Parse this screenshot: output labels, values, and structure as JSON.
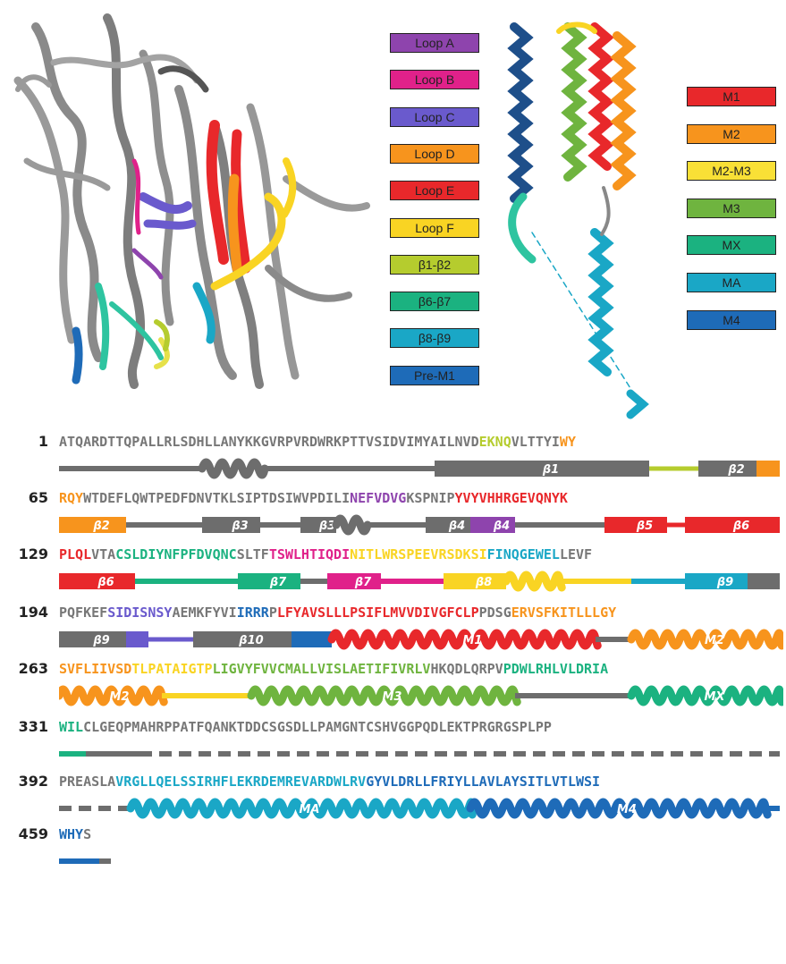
{
  "legend_left": [
    {
      "label": "Loop A",
      "color": "#8e44ad"
    },
    {
      "label": "Loop B",
      "color": "#e0218a"
    },
    {
      "label": "Loop C",
      "color": "#6a5acd"
    },
    {
      "label": "Loop D",
      "color": "#f7941d"
    },
    {
      "label": "Loop E",
      "color": "#e8282b"
    },
    {
      "label": "Loop F",
      "color": "#f9d423"
    },
    {
      "label": "β1-β2",
      "color": "#b5cc2e"
    },
    {
      "label": "β6-β7",
      "color": "#1bb280"
    },
    {
      "label": "β8-β9",
      "color": "#1aa7c6"
    },
    {
      "label": "Pre-M1",
      "color": "#1e6bb8"
    }
  ],
  "legend_right": [
    {
      "label": "M1",
      "color": "#e8282b"
    },
    {
      "label": "M2",
      "color": "#f7941d"
    },
    {
      "label": "M2-M3",
      "color": "#f9e036"
    },
    {
      "label": "M3",
      "color": "#6fb43f"
    },
    {
      "label": "MX",
      "color": "#1bb280"
    },
    {
      "label": "MA",
      "color": "#1aa7c6"
    },
    {
      "label": "M4",
      "color": "#1e6bb8"
    }
  ],
  "rows": [
    {
      "num": "1",
      "segments": [
        {
          "text": "ATQARDTTQPALLRLSDHLLANYKKGVRPVRDWRKPTTVSIDVIMYAILNVD",
          "color": "#777777"
        },
        {
          "text": "EKNQ",
          "color": "#b5cc2e"
        },
        {
          "text": "VLTTYI",
          "color": "#777777"
        },
        {
          "text": "WY",
          "color": "#f7941d"
        }
      ]
    },
    {
      "num": "65",
      "segments": [
        {
          "text": "RQY",
          "color": "#f7941d"
        },
        {
          "text": "WTDEFLQWTPEDFD",
          "color": "#777777"
        },
        {
          "text": "N",
          "color": "#777777"
        },
        {
          "text": "VTKLSIPTDSIWVPDILI",
          "color": "#777777"
        },
        {
          "text": "NEFVDVG",
          "color": "#8e44ad"
        },
        {
          "text": "KSPNIP",
          "color": "#777777"
        },
        {
          "text": "YVYVHHRGEVQNYK",
          "color": "#e8282b"
        }
      ]
    },
    {
      "num": "129",
      "segments": [
        {
          "text": "PLQL",
          "color": "#e8282b"
        },
        {
          "text": "VTA",
          "color": "#777777"
        },
        {
          "text": "CSLDIYNFPFDVQ",
          "color": "#1bb280"
        },
        {
          "text": "N",
          "color": "#1bb280"
        },
        {
          "text": "C",
          "color": "#1bb280"
        },
        {
          "text": "SLTF",
          "color": "#777777"
        },
        {
          "text": "TSWLHTIQDI",
          "color": "#e0218a"
        },
        {
          "text": "N",
          "color": "#f9d423"
        },
        {
          "text": "ITLWRSPEEVRSDKSI",
          "color": "#f9d423"
        },
        {
          "text": "FINQGEWEL",
          "color": "#1aa7c6"
        },
        {
          "text": "LEVF",
          "color": "#777777"
        }
      ]
    },
    {
      "num": "194",
      "segments": [
        {
          "text": "PQFKEF",
          "color": "#777777"
        },
        {
          "text": "SIDISNSY",
          "color": "#6a5acd"
        },
        {
          "text": "AEMKFYVI",
          "color": "#777777"
        },
        {
          "text": "IRRR",
          "color": "#1e6bb8"
        },
        {
          "text": "P",
          "color": "#777777"
        },
        {
          "text": "LFYAVSLLLPSIFLMVVDIVGFCLP",
          "color": "#e8282b"
        },
        {
          "text": "PDSG",
          "color": "#777777"
        },
        {
          "text": "ERVSFKITLLLGY",
          "color": "#f7941d"
        }
      ]
    },
    {
      "num": "263",
      "segments": [
        {
          "text": "SVFLIIVSD",
          "color": "#f7941d"
        },
        {
          "text": "TLPATAIGTP",
          "color": "#f9d423"
        },
        {
          "text": "LIGVYFVVCMALLVISLAETIFIVRLV",
          "color": "#6fb43f"
        },
        {
          "text": "HKQDLQRPV",
          "color": "#777777"
        },
        {
          "text": "PDWLRHLVLDRIA",
          "color": "#1bb280"
        }
      ]
    },
    {
      "num": "331",
      "segments": [
        {
          "text": "WIL",
          "color": "#1bb280"
        },
        {
          "text": "CLGEQPMAHRPPATFQANKTDDCSGSDLLPAMGNTCSHVGGPQDLEKTPRGRGSPLPP",
          "color": "#777777"
        }
      ]
    },
    {
      "num": "392",
      "segments": [
        {
          "text": "PREASLA",
          "color": "#777777"
        },
        {
          "text": "VRGLLQELSSIRHFLEKRDEMREVARDWLRV",
          "color": "#1aa7c6"
        },
        {
          "text": "GYVLDRLLFRIYLLAVLAYSITLVTLWSI",
          "color": "#1e6bb8"
        }
      ]
    },
    {
      "num": "459",
      "segments": [
        {
          "text": "WHY",
          "color": "#1e6bb8"
        },
        {
          "text": "S",
          "color": "#777777"
        }
      ]
    }
  ],
  "structure_labels": {
    "row1": [
      "β1",
      "β2"
    ],
    "row2": [
      "β2",
      "β3",
      "β3",
      "β4",
      "β4",
      "β5",
      "β6"
    ],
    "row3": [
      "β6",
      "β7",
      "β7",
      "β8",
      "β9"
    ],
    "row4": [
      "β9",
      "β10",
      "M1",
      "M2"
    ],
    "row5": [
      "M2",
      "M3",
      "MX"
    ],
    "row7": [
      "MA",
      "M4"
    ]
  },
  "colors": {
    "grey": "#6d6d6d",
    "text_grey": "#777777"
  }
}
